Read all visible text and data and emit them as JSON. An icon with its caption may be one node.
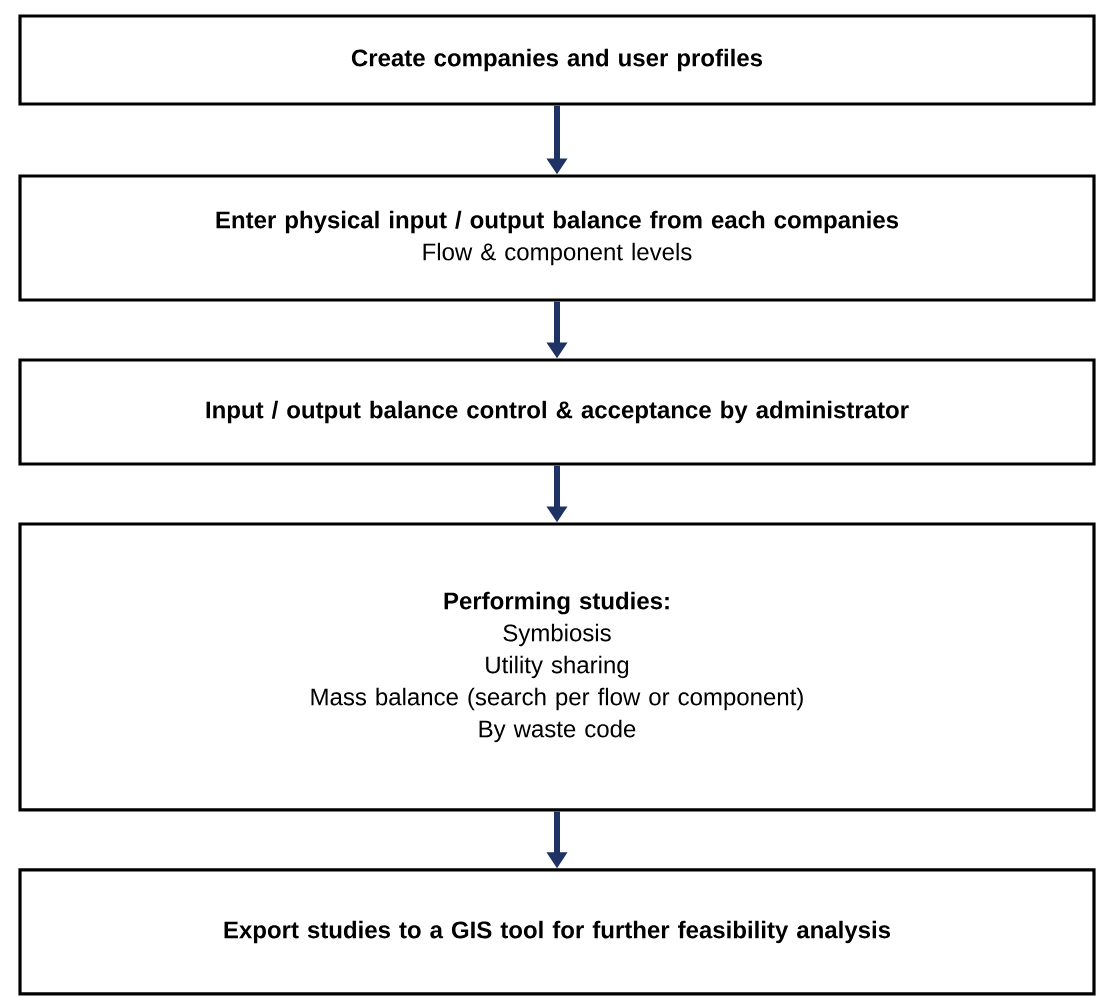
{
  "diagram": {
    "nodes": [
      {
        "text": [
          "Create companies and user profiles"
        ]
      },
      {
        "text": [
          "Enter physical input / output balance from each companies",
          "Flow & component levels"
        ]
      },
      {
        "text": [
          "Input / output balance control & acceptance by administrator"
        ]
      },
      {
        "text": [
          "Performing studies:",
          "Symbiosis",
          "Utility sharing",
          "Mass balance (search per flow or component)",
          "By waste code"
        ]
      },
      {
        "text": [
          "Export studies to a GIS tool for further feasibility analysis"
        ]
      }
    ],
    "edges": [
      {
        "from": 0,
        "to": 1,
        "arrow": "to"
      },
      {
        "from": 1,
        "to": 2,
        "arrow": "to"
      },
      {
        "from": 2,
        "to": 3,
        "arrow": "to"
      },
      {
        "from": 3,
        "to": 4,
        "arrow": "to"
      }
    ]
  }
}
